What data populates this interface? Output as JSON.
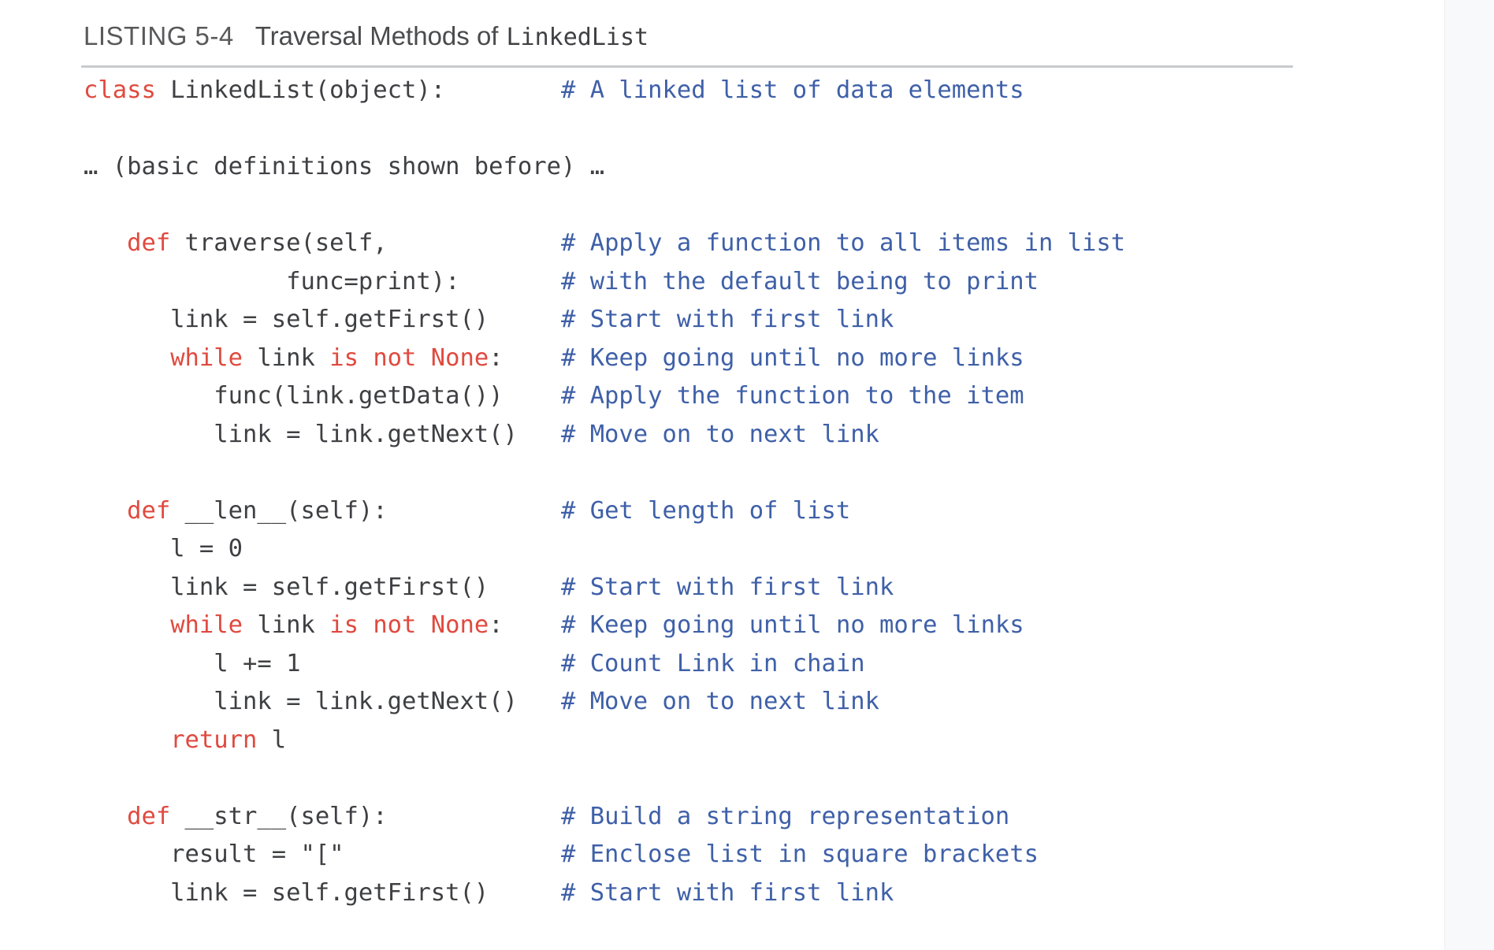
{
  "colors": {
    "keyword": "#e04a3f",
    "comment": "#3f60a8",
    "codetext": "#3f4043",
    "titlelabel": "#58595b",
    "titletext": "#4a4b4d",
    "rule": "#c8cacc",
    "strip": "#f8f9fb",
    "stripborder": "#edeff1"
  },
  "header": {
    "listing_label": "LISTING 5-4",
    "title": "Traversal Methods of",
    "title_code": "LinkedList"
  },
  "code": {
    "language": "python",
    "lines": [
      [
        [
          "k",
          "class"
        ],
        [
          "t",
          " LinkedList(object):        "
        ],
        [
          "c",
          "# A linked list of data elements"
        ]
      ],
      [],
      [
        [
          "t",
          "… (basic definitions shown before) …"
        ]
      ],
      [],
      [
        [
          "t",
          "   "
        ],
        [
          "k",
          "def"
        ],
        [
          "t",
          " traverse(self,            "
        ],
        [
          "c",
          "# Apply a function to all items in list"
        ]
      ],
      [
        [
          "t",
          "              func=print):       "
        ],
        [
          "c",
          "# with the default being to print"
        ]
      ],
      [
        [
          "t",
          "      link = self.getFirst()     "
        ],
        [
          "c",
          "# Start with first link"
        ]
      ],
      [
        [
          "t",
          "      "
        ],
        [
          "k",
          "while"
        ],
        [
          "t",
          " link "
        ],
        [
          "k",
          "is"
        ],
        [
          "t",
          " "
        ],
        [
          "k",
          "not"
        ],
        [
          "t",
          " "
        ],
        [
          "k",
          "None"
        ],
        [
          "t",
          ":    "
        ],
        [
          "c",
          "# Keep going until no more links"
        ]
      ],
      [
        [
          "t",
          "         func(link.getData())    "
        ],
        [
          "c",
          "# Apply the function to the item"
        ]
      ],
      [
        [
          "t",
          "         link = link.getNext()   "
        ],
        [
          "c",
          "# Move on to next link"
        ]
      ],
      [],
      [
        [
          "t",
          "   "
        ],
        [
          "k",
          "def"
        ],
        [
          "t",
          " __len__(self):            "
        ],
        [
          "c",
          "# Get length of list"
        ]
      ],
      [
        [
          "t",
          "      l = 0"
        ]
      ],
      [
        [
          "t",
          "      link = self.getFirst()     "
        ],
        [
          "c",
          "# Start with first link"
        ]
      ],
      [
        [
          "t",
          "      "
        ],
        [
          "k",
          "while"
        ],
        [
          "t",
          " link "
        ],
        [
          "k",
          "is"
        ],
        [
          "t",
          " "
        ],
        [
          "k",
          "not"
        ],
        [
          "t",
          " "
        ],
        [
          "k",
          "None"
        ],
        [
          "t",
          ":    "
        ],
        [
          "c",
          "# Keep going until no more links"
        ]
      ],
      [
        [
          "t",
          "         l += 1                  "
        ],
        [
          "c",
          "# Count Link in chain"
        ]
      ],
      [
        [
          "t",
          "         link = link.getNext()   "
        ],
        [
          "c",
          "# Move on to next link"
        ]
      ],
      [
        [
          "t",
          "      "
        ],
        [
          "k",
          "return"
        ],
        [
          "t",
          " l"
        ]
      ],
      [],
      [
        [
          "t",
          "   "
        ],
        [
          "k",
          "def"
        ],
        [
          "t",
          " __str__(self):            "
        ],
        [
          "c",
          "# Build a string representation"
        ]
      ],
      [
        [
          "t",
          "      result = \"[\"               "
        ],
        [
          "c",
          "# Enclose list in square brackets"
        ]
      ],
      [
        [
          "t",
          "      link = self.getFirst()     "
        ],
        [
          "c",
          "# Start with first link"
        ]
      ]
    ]
  }
}
